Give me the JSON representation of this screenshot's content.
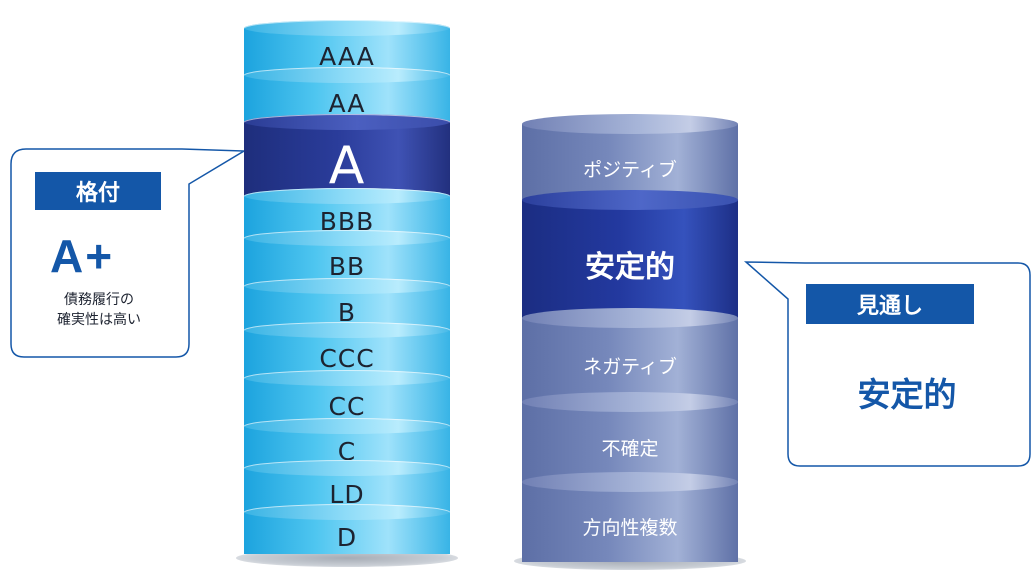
{
  "rating_scale": {
    "tiers": [
      "AAA",
      "AA",
      "A",
      "BBB",
      "BB",
      "B",
      "CCC",
      "CC",
      "C",
      "LD",
      "D"
    ],
    "selected": "A"
  },
  "outlook_scale": {
    "tiers": [
      "ポジティブ",
      "安定的",
      "ネガティブ",
      "不確定",
      "方向性複数"
    ],
    "selected": "安定的"
  },
  "rating_callout": {
    "title": "格付",
    "value": "A+",
    "description_line1": "債務履行の",
    "description_line2": "確実性は高い"
  },
  "outlook_callout": {
    "title": "見通し",
    "value": "安定的"
  },
  "colors": {
    "accent": "#1457a8",
    "rating_tier": "#4fc6f0",
    "rating_selected": "#2a3c9a",
    "outlook_tier": "#7688bb",
    "outlook_selected": "#23399f"
  }
}
